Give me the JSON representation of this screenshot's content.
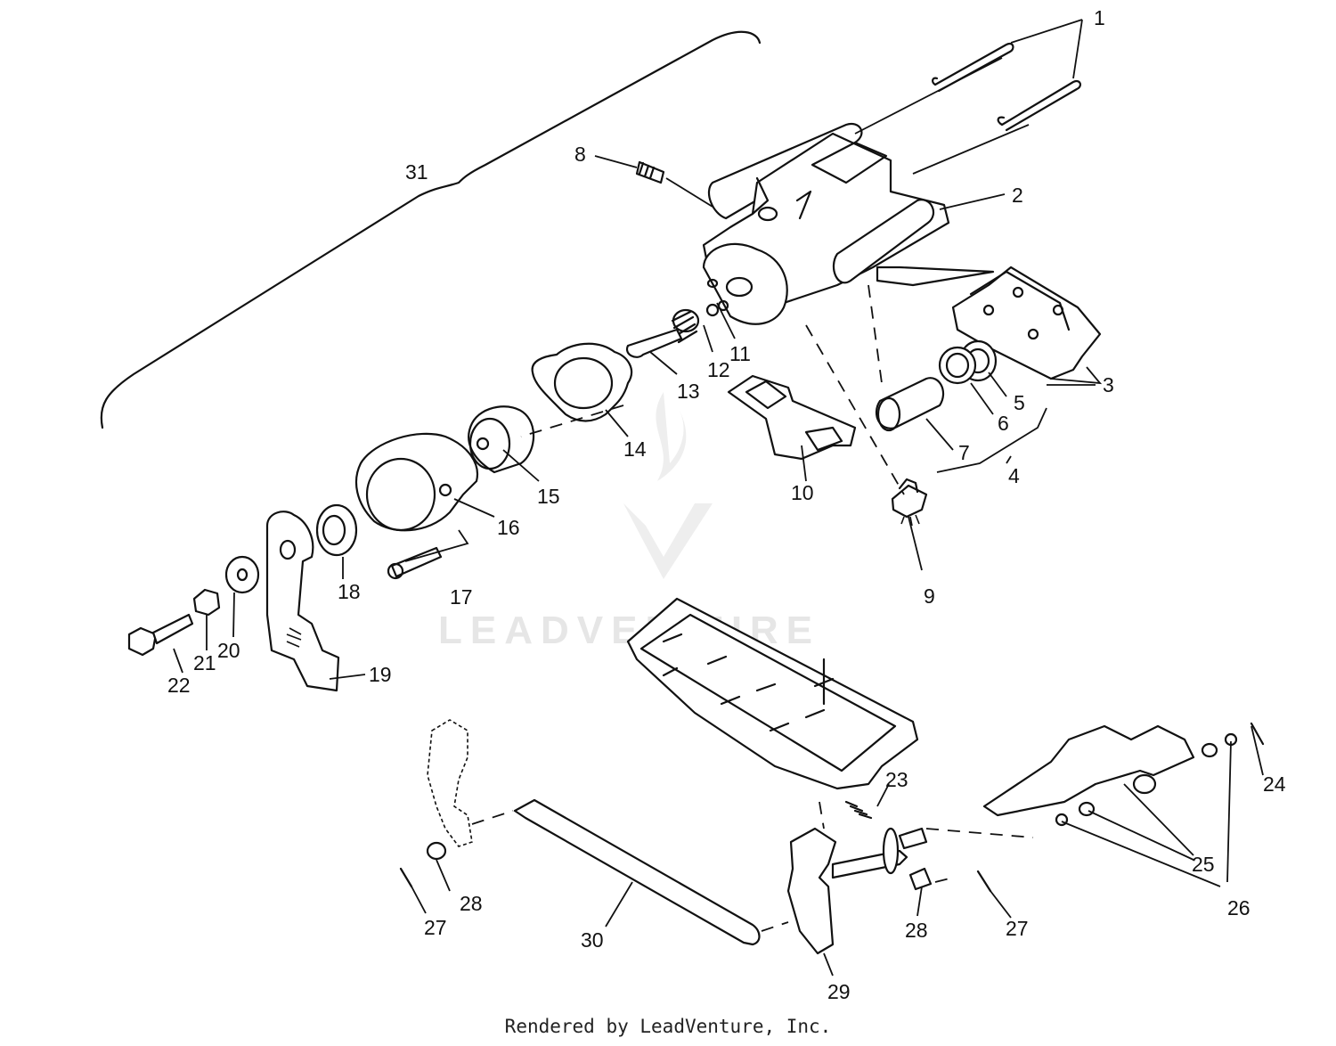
{
  "diagram": {
    "callouts": [
      "1",
      "2",
      "3",
      "4",
      "5",
      "6",
      "7",
      "8",
      "9",
      "10",
      "11",
      "12",
      "13",
      "14",
      "15",
      "16",
      "17",
      "18",
      "19",
      "20",
      "21",
      "22",
      "23",
      "24",
      "25",
      "26",
      "27",
      "28",
      "29",
      "30",
      "31",
      "27",
      "28"
    ],
    "watermark": "LEADVENTURE",
    "footer": "Rendered by LeadVenture, Inc."
  },
  "colors": {
    "line": "#111111",
    "watermark": "#e6e6e6",
    "background": "#ffffff"
  }
}
